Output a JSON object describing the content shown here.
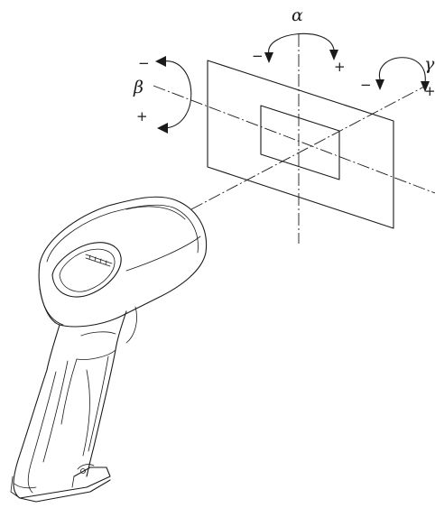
{
  "labels": {
    "alpha": "α",
    "beta": "β",
    "gamma": "γ"
  },
  "signs": {
    "alpha_minus": "−",
    "alpha_plus": "+",
    "beta_minus": "−",
    "beta_plus": "+",
    "gamma_minus": "−",
    "gamma_plus": "+"
  }
}
